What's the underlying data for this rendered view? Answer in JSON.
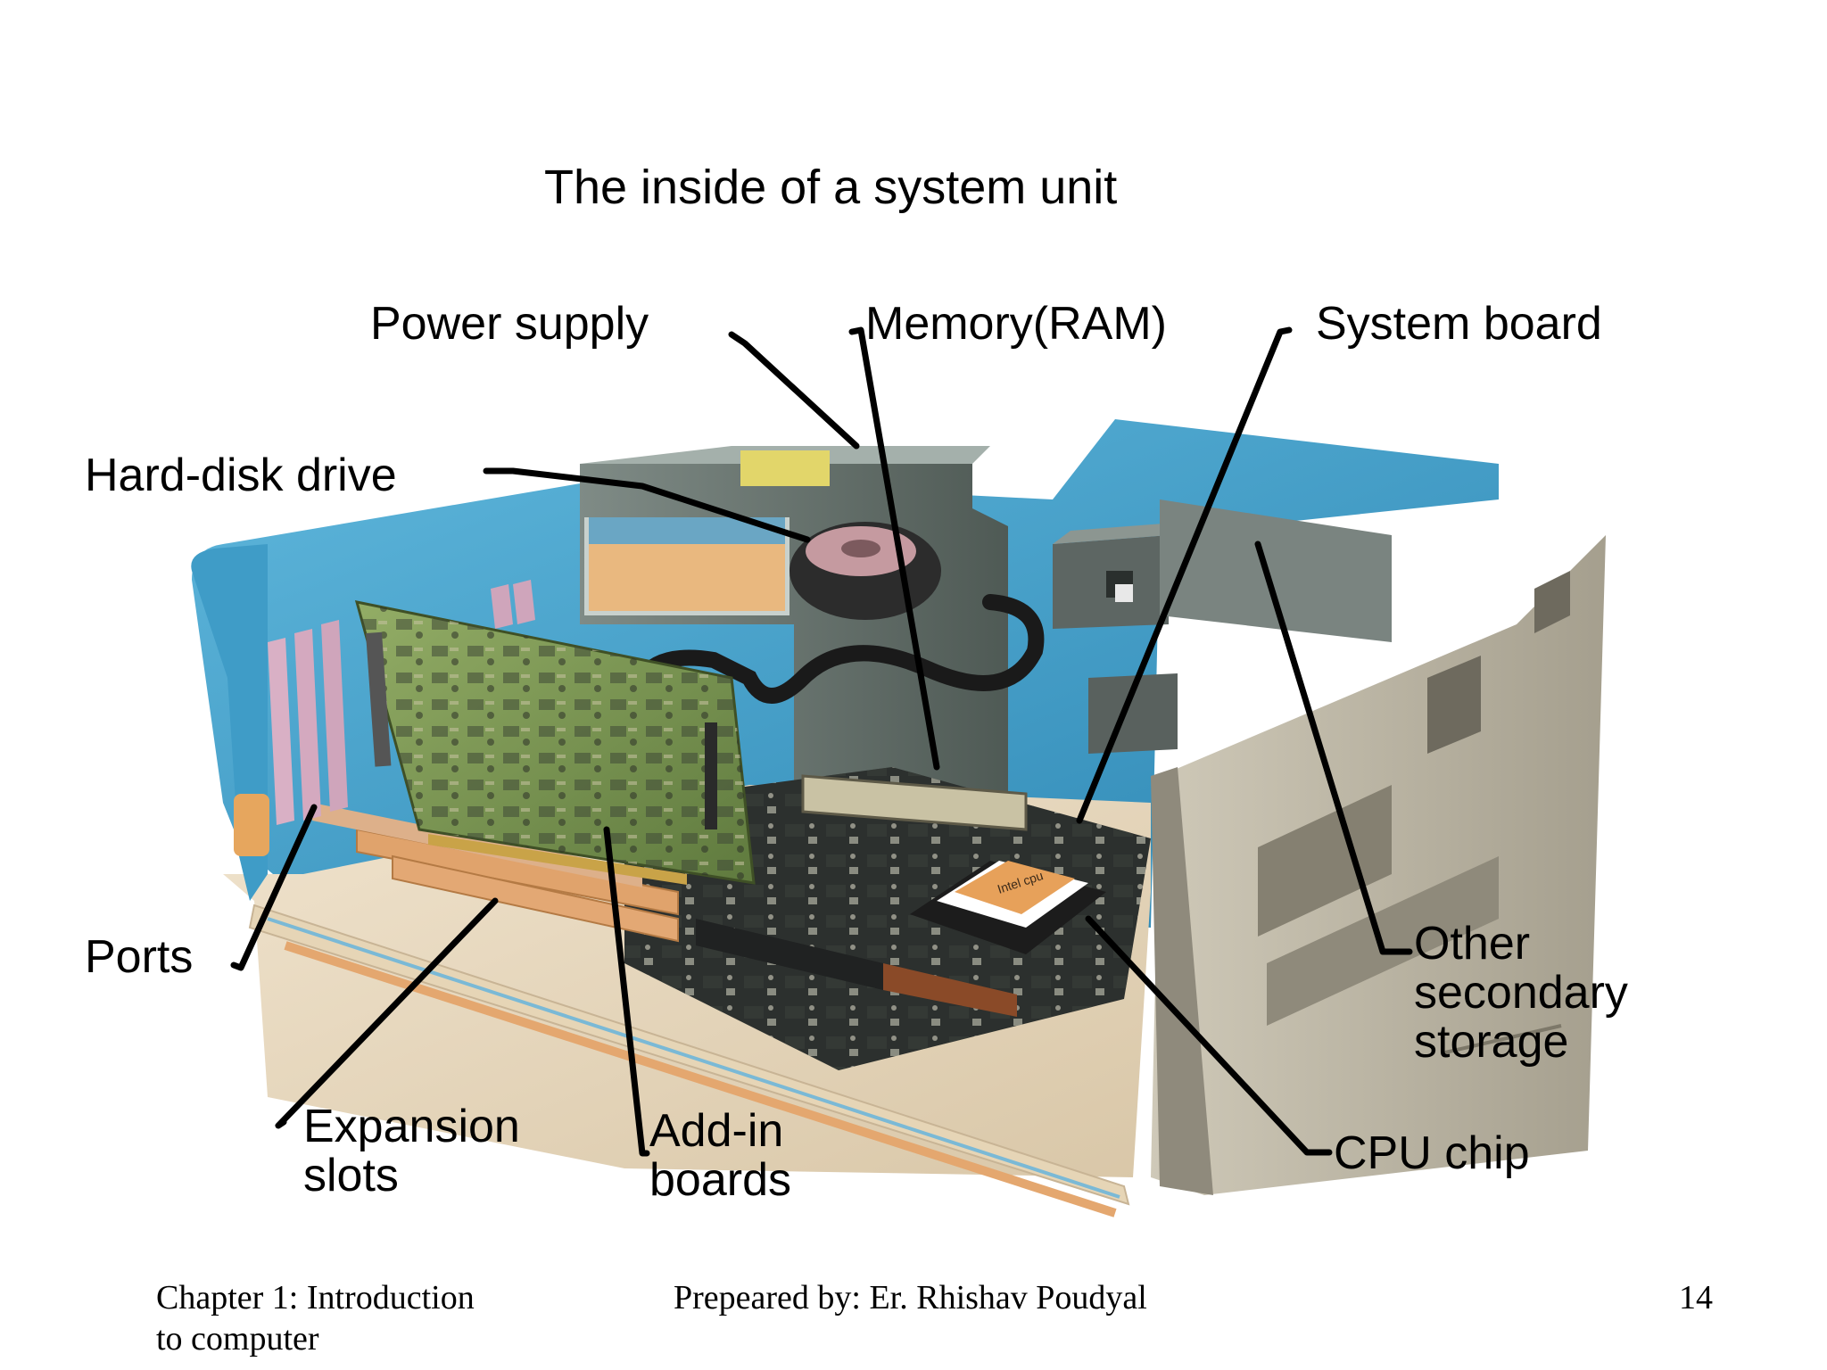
{
  "slide": {
    "title": "The inside of a system unit",
    "labels": {
      "power_supply": "Power supply",
      "memory": "Memory(RAM)",
      "system_board": "System board",
      "hard_disk": "Hard-disk drive",
      "ports": "Ports",
      "expansion_1": "Expansion",
      "expansion_2": "slots",
      "addin_1": "Add-in",
      "addin_2": "boards",
      "other_1": "Other",
      "other_2": "secondary",
      "other_3": "storage",
      "cpu": "CPU chip"
    },
    "cpu_chip_logo": "Intel cpu"
  },
  "footer": {
    "chapter_line1": "Chapter 1: Introduction",
    "chapter_line2": "to computer",
    "author": "Prepeared by: Er. Rhishav Poudyal",
    "page": "14"
  },
  "colors": {
    "case_blue": "#49a6cf",
    "card_green": "#7f9a55",
    "board_dark": "#2f3331",
    "front_panel": "#b9b3a2",
    "slot_orange": "#e0a36c"
  }
}
